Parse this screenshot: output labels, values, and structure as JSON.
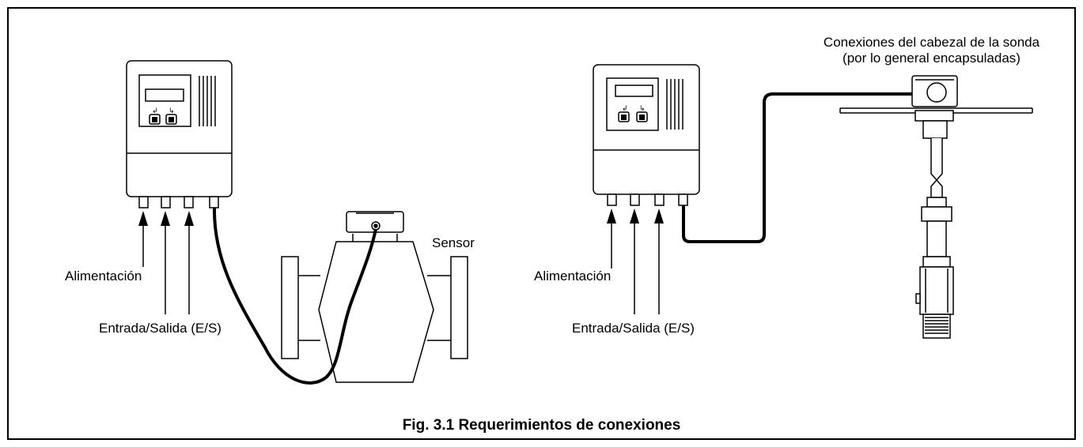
{
  "figure": {
    "caption": "Fig. 3.1  Requerimientos de conexiones"
  },
  "left_setup": {
    "power_label": "Alimentación",
    "io_label": "Entrada/Salida (E/S)",
    "sensor_label": "Sensor"
  },
  "right_setup": {
    "power_label": "Alimentación",
    "io_label": "Entrada/Salida (E/S)",
    "probe_label_line1": "Conexiones del cabezal de la sonda",
    "probe_label_line2": "(por lo general encapsuladas)"
  }
}
